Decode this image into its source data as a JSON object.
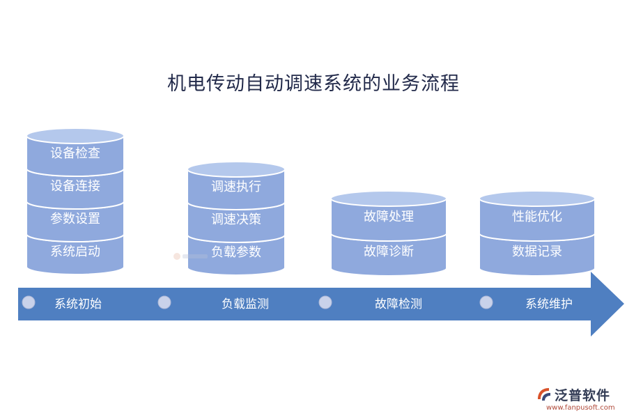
{
  "title": "机电传动自动调速系统的业务流程",
  "stages": [
    {
      "label": "系统初始",
      "items": [
        "设备检查",
        "设备连接",
        "参数设置",
        "系统启动"
      ]
    },
    {
      "label": "负载监测",
      "items": [
        "调速执行",
        "调速决策",
        "负载参数"
      ]
    },
    {
      "label": "故障检测",
      "items": [
        "故障处理",
        "故障诊断"
      ]
    },
    {
      "label": "系统维护",
      "items": [
        "性能优化",
        "数据记录"
      ]
    }
  ],
  "brand": {
    "name": "泛普软件",
    "url": "www.fanpusoft.com"
  },
  "colors": {
    "cylinder_body": "#8fa9dd",
    "cylinder_top": "#b4c8ec",
    "cylinder_edge": "#ffffff",
    "arrow": "#4f7fc1",
    "dot": "#c9d2ea",
    "title": "#222a4a"
  }
}
